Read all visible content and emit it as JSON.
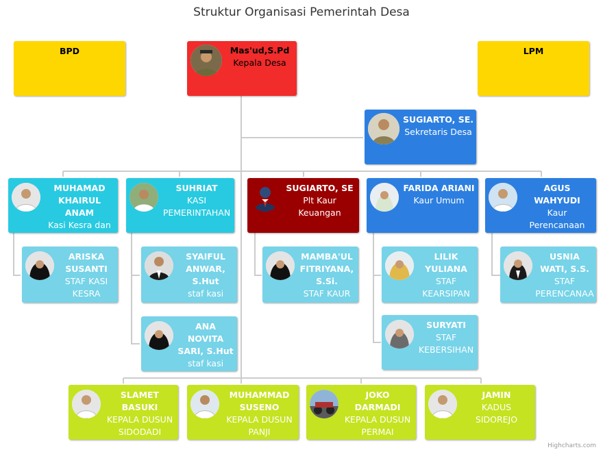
{
  "title": "Struktur Organisasi Pemerintah Desa",
  "credits": "Highcharts.com",
  "colors": {
    "line": "#cccccc",
    "yellow": "#ffd700",
    "red": "#f22b2b",
    "blue": "#2c7fe0",
    "cyan": "#28cae1",
    "darkred": "#9b0000",
    "light_cyan": "#76d3e8",
    "lime": "#c5e320"
  },
  "nodes": {
    "bpd": {
      "name": "BPD",
      "title": ""
    },
    "lpm": {
      "name": "LPM",
      "title": ""
    },
    "kepala": {
      "name": "Mas'ud,S.Pd",
      "title": "Kepala Desa"
    },
    "sekretaris": {
      "name": "SUGIARTO, SE.",
      "title": "Sekretaris Desa"
    },
    "kesra": {
      "name": "MUHAMAD KHAIRUL ANAM",
      "title": "Kasi Kesra dan"
    },
    "pemerintahan": {
      "name": "SUHRIAT",
      "title": "KASI PEMERINTAHAN"
    },
    "keuangan": {
      "name": "SUGIARTO, SE",
      "title": "Plt Kaur Keuangan"
    },
    "umum": {
      "name": "FARIDA ARIANI",
      "title": "Kaur Umum"
    },
    "perencanaan": {
      "name": "AGUS WAHYUDI",
      "title": "Kaur Perencanaan"
    },
    "staf_kesra": {
      "name": "ARISKA SUSANTI",
      "title": "STAF KASI KESRA"
    },
    "staf_pem1": {
      "name": "SYAIFUL ANWAR, S.Hut",
      "title": "staf kasi"
    },
    "staf_pem2": {
      "name": "ANA NOVITA SARI, S.Hut",
      "title": "staf kasi"
    },
    "staf_keu": {
      "name": "MAMBA'UL FITRIYANA, S.Si.",
      "title": "STAF KAUR"
    },
    "staf_arsip": {
      "name": "LILIK YULIANA",
      "title": "STAF KEARSIPAN"
    },
    "staf_bersih": {
      "name": "SURYATI",
      "title": "STAF KEBERSIHAN"
    },
    "staf_renc": {
      "name": "USNIA WATI, S.S.",
      "title": "STAF PERENCANAA"
    },
    "dusun1": {
      "name": "SLAMET BASUKI",
      "title": "KEPALA DUSUN SIDODADI"
    },
    "dusun2": {
      "name": "MUHAMMAD SUSENO",
      "title": "KEPALA DUSUN PANJI"
    },
    "dusun3": {
      "name": "JOKO DARMADI",
      "title": "KEPALA DUSUN PERMAI"
    },
    "dusun4": {
      "name": "JAMIN",
      "title": "KADUS SIDOREJO"
    }
  }
}
